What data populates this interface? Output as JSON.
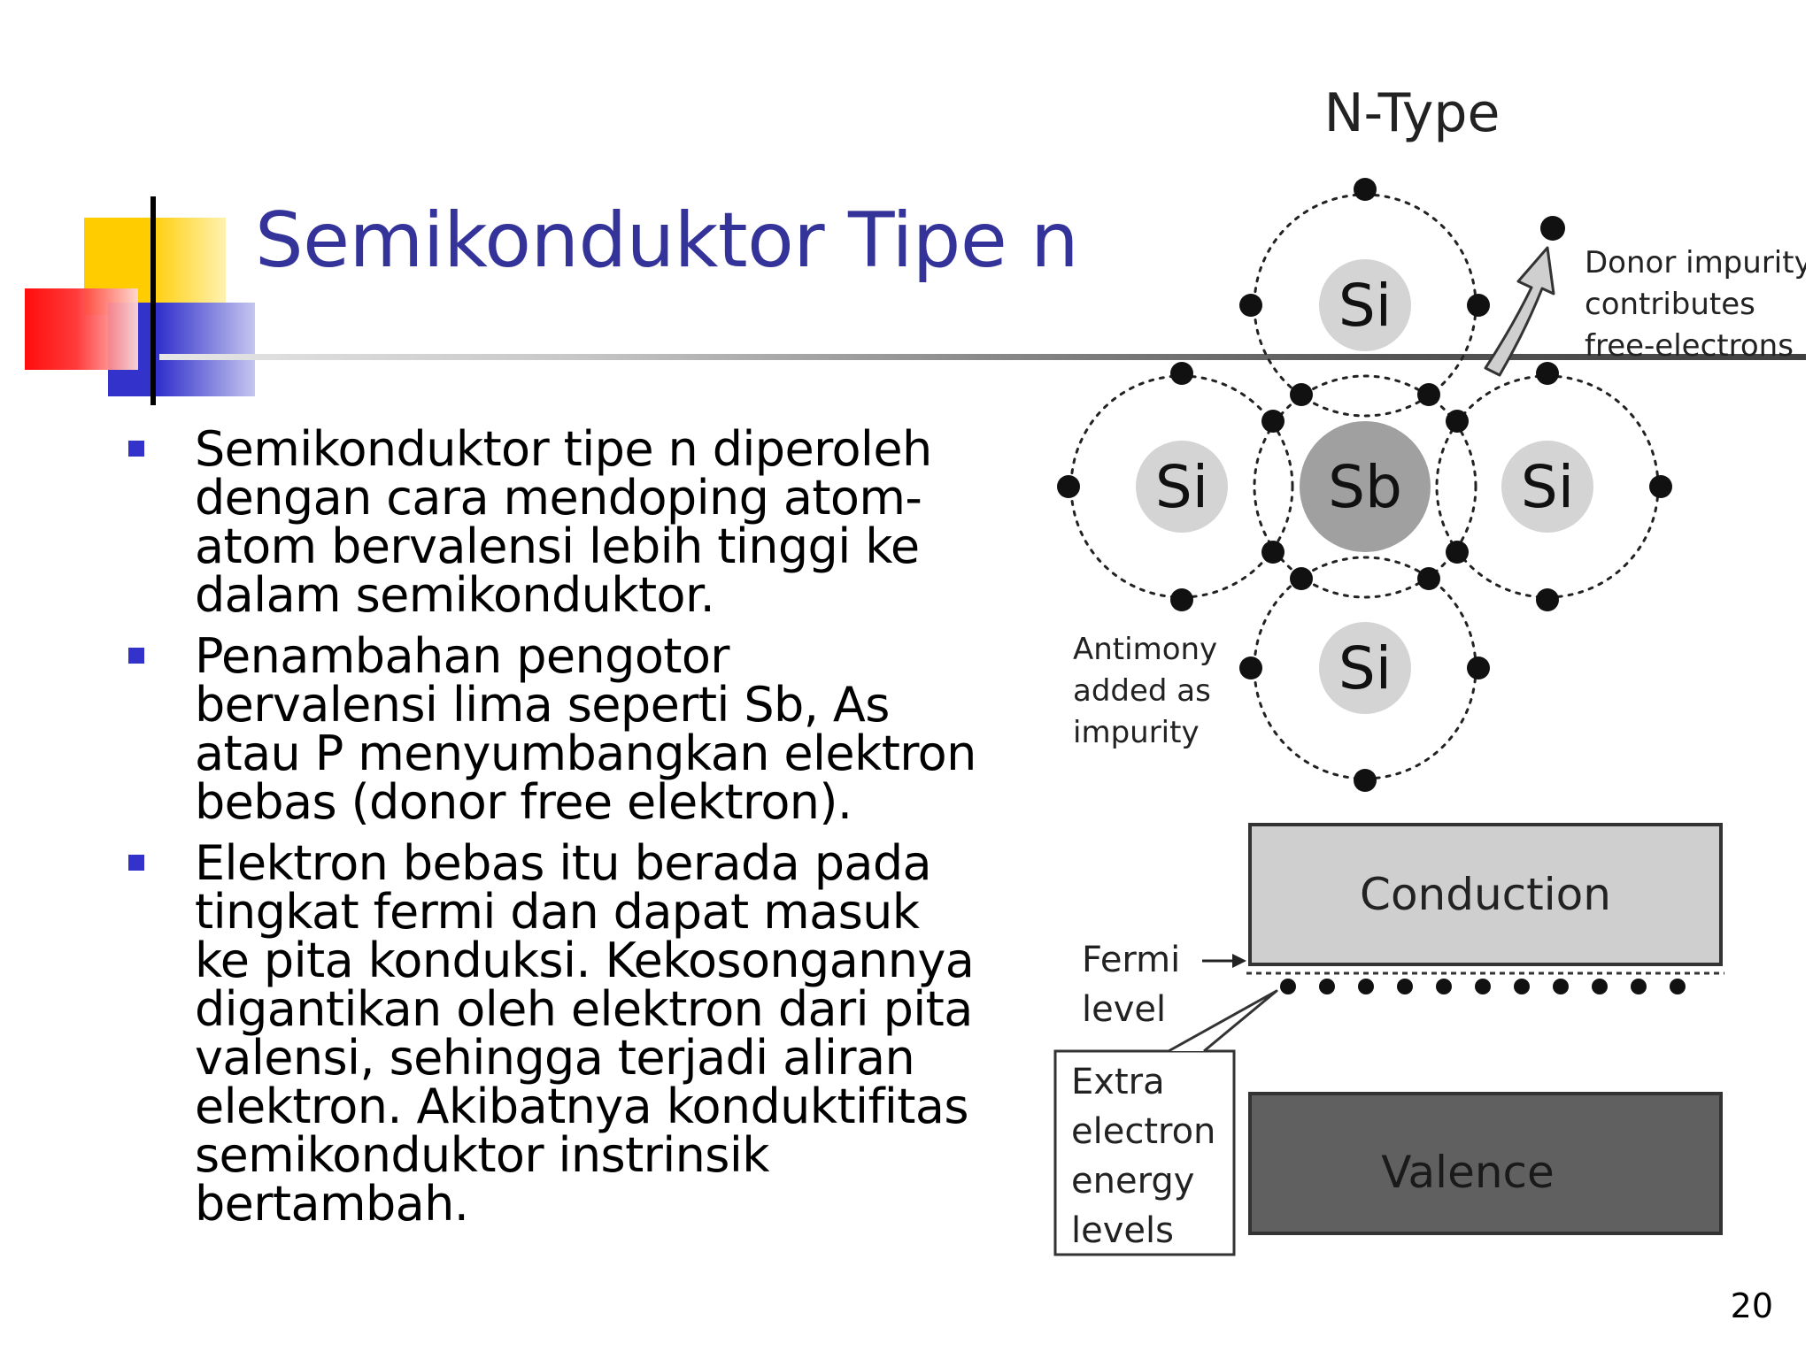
{
  "slide": {
    "title": "Semikonduktor Tipe n",
    "page_number": "20",
    "bullets": [
      "Semikonduktor tipe n diperoleh dengan cara mendoping atom-atom bervalensi lebih tinggi ke dalam semikonduktor.",
      "Penambahan pengotor bervalensi lima seperti Sb, As atau P menyumbangkan elektron bebas (donor free elektron).",
      "Elektron bebas itu berada pada tingkat fermi dan dapat masuk ke pita konduksi. Kekosongannya digantikan oleh elektron dari pita valensi, sehingga terjadi aliran elektron. Akibatnya konduktifitas semikonduktor instrinsik bertambah."
    ],
    "accent_colors": {
      "title": "#33339a",
      "bullet": "#3333cc",
      "logo_yellow": "#ffcc00",
      "logo_red": "#ff0000",
      "logo_blue": "#3333cc"
    }
  },
  "diagram": {
    "title": "N-Type",
    "atoms": {
      "top": "Si",
      "left": "Si",
      "center": "Sb",
      "right": "Si",
      "bottom": "Si"
    },
    "donor_label": [
      "Donor impurity",
      "contributes",
      "free-electrons"
    ],
    "impurity_label": [
      "Antimony",
      "added as",
      "impurity"
    ],
    "conduction_label": "Conduction",
    "valence_label": "Valence",
    "fermi_label": [
      "Fermi",
      "level"
    ],
    "extra_label": [
      "Extra",
      "electron",
      "energy",
      "levels"
    ]
  }
}
